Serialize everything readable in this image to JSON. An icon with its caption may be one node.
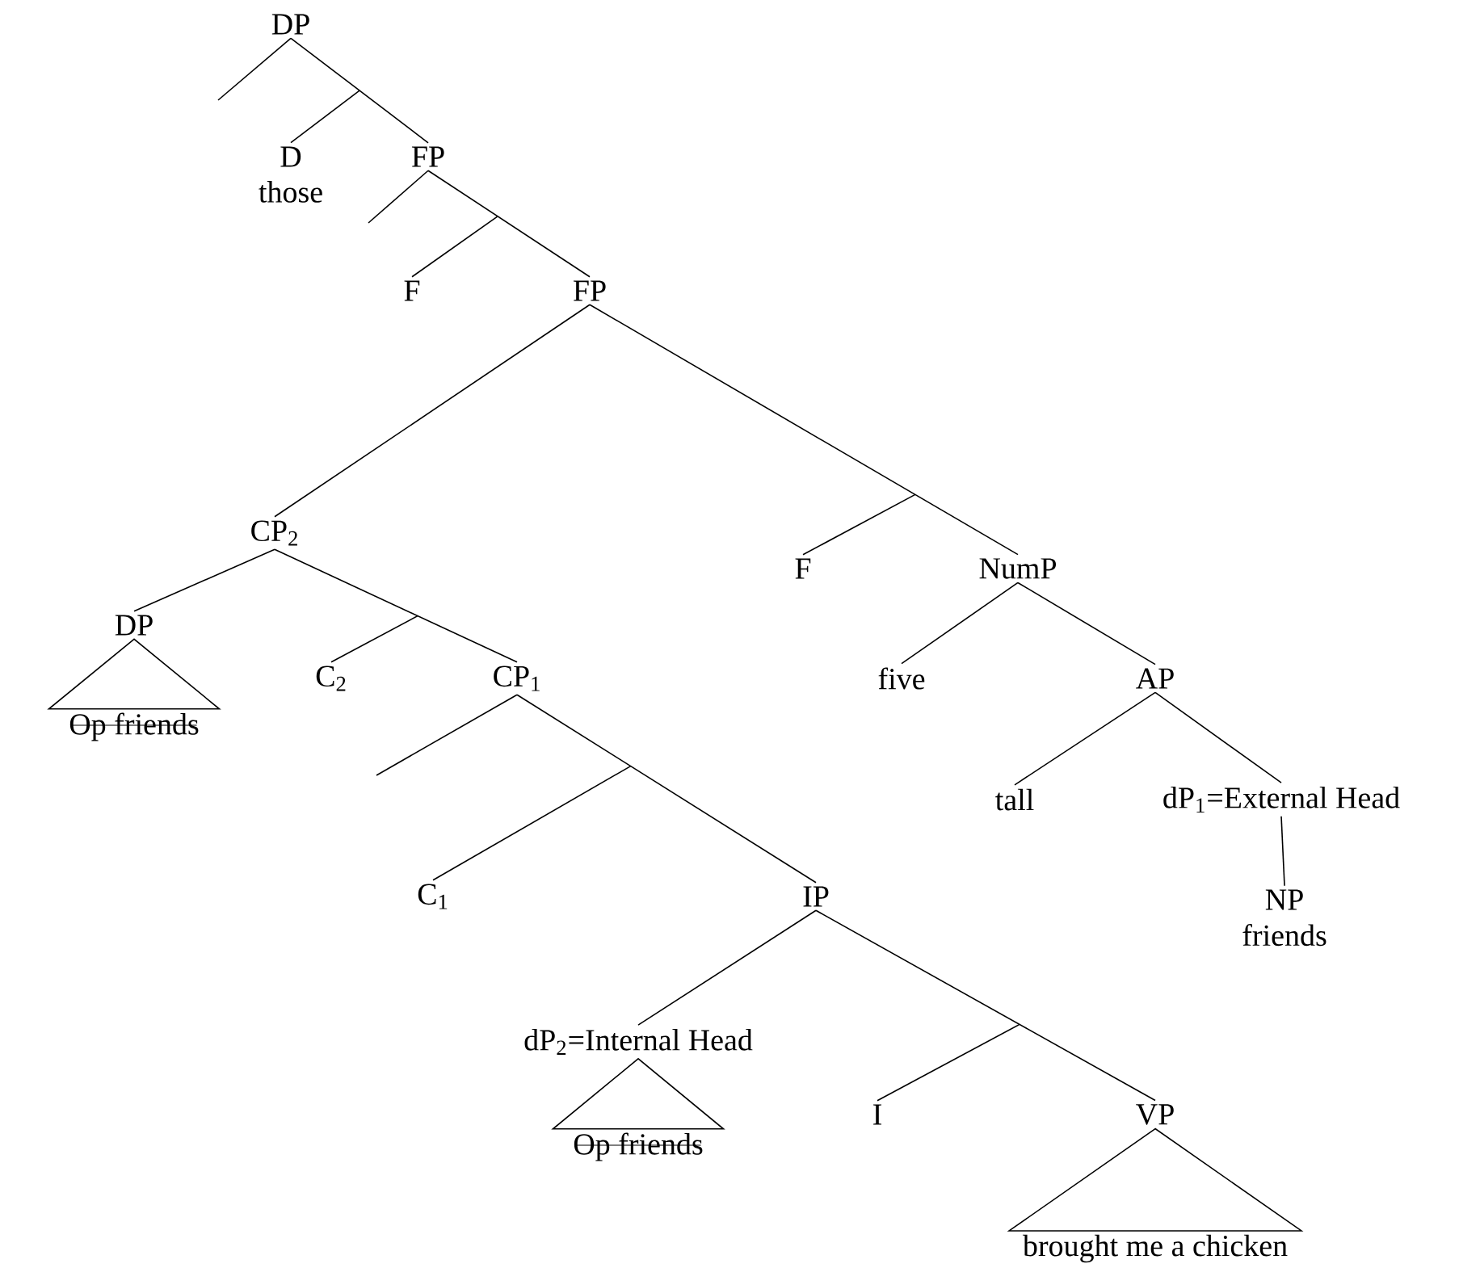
{
  "diagram": {
    "nodes": [
      {
        "text": [
          "DP"
        ]
      },
      {
        "text": [
          "D"
        ],
        "beside": [
          "those"
        ]
      },
      {
        "text": [
          "FP"
        ]
      },
      {
        "text": [
          "F"
        ]
      },
      {
        "text": [
          "FP"
        ]
      },
      {
        "text": [
          "CP$_{2}$"
        ]
      },
      {
        "text": [
          "F"
        ]
      },
      {
        "text": [
          "NumP"
        ]
      },
      {
        "text": [
          "DP"
        ]
      },
      {
        "text": [
          "Op friends"
        ]
      },
      {
        "text": [
          "C$_{2}$"
        ]
      },
      {
        "text": [
          "CP$_{1}$"
        ]
      },
      {
        "text": [
          "five"
        ]
      },
      {
        "text": [
          "AP"
        ]
      },
      {
        "text": [
          "C$_{1}$"
        ]
      },
      {
        "text": [
          "IP"
        ]
      },
      {
        "text": [
          "tall"
        ]
      },
      {
        "text": [
          "dP$_{1}$=External Head"
        ]
      },
      {
        "text": [
          "NP"
        ],
        "beside": [
          "friends"
        ]
      },
      {
        "text": [
          "dP$_{2}$=Internal Head"
        ]
      },
      {
        "text": [
          "Op friends"
        ]
      },
      {
        "text": [
          "I"
        ]
      },
      {
        "text": [
          "VP"
        ]
      },
      {
        "text": [
          "brought me a chicken"
        ]
      }
    ],
    "edges": [
      {
        "from": 0,
        "to": null,
        "arrow": "none"
      },
      {
        "from": 0,
        "to": 2,
        "arrow": "none"
      },
      {
        "from": null,
        "to": 1,
        "arrow": "none"
      },
      {
        "from": 2,
        "to": null,
        "arrow": "none"
      },
      {
        "from": 2,
        "to": 4,
        "arrow": "none"
      },
      {
        "from": null,
        "to": 3,
        "arrow": "none"
      },
      {
        "from": 4,
        "to": 5,
        "arrow": "none"
      },
      {
        "from": 4,
        "to": 7,
        "arrow": "none"
      },
      {
        "from": null,
        "to": 6,
        "arrow": "none"
      },
      {
        "from": 5,
        "to": 8,
        "arrow": "none"
      },
      {
        "from": 5,
        "to": 11,
        "arrow": "none"
      },
      {
        "from": null,
        "to": 10,
        "arrow": "none"
      },
      {
        "from": 8,
        "to": 9,
        "arrow": "none"
      },
      {
        "from": 7,
        "to": 12,
        "arrow": "none"
      },
      {
        "from": 7,
        "to": 13,
        "arrow": "none"
      },
      {
        "from": 11,
        "to": null,
        "arrow": "none"
      },
      {
        "from": 11,
        "to": 15,
        "arrow": "none"
      },
      {
        "from": null,
        "to": 14,
        "arrow": "none"
      },
      {
        "from": 13,
        "to": 16,
        "arrow": "none"
      },
      {
        "from": 13,
        "to": 17,
        "arrow": "none"
      },
      {
        "from": 17,
        "to": 18,
        "arrow": "none"
      },
      {
        "from": 15,
        "to": 19,
        "arrow": "none"
      },
      {
        "from": 15,
        "to": 22,
        "arrow": "none"
      },
      {
        "from": null,
        "to": 21,
        "arrow": "none"
      },
      {
        "from": 19,
        "to": 20,
        "arrow": "none"
      },
      {
        "from": 22,
        "to": 23,
        "arrow": "none"
      }
    ]
  }
}
